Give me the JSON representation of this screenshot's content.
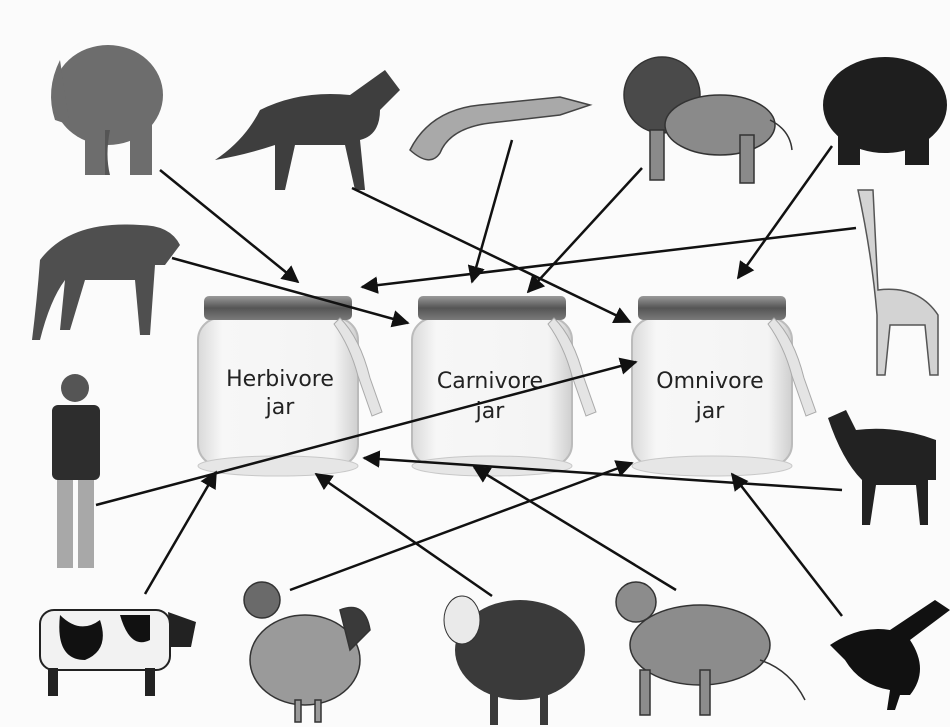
{
  "jars": [
    {
      "id": "herbivore",
      "line1": "Herbivore",
      "line2": "jar"
    },
    {
      "id": "carnivore",
      "line1": "Carnivore",
      "line2": "jar"
    },
    {
      "id": "omnivore",
      "line1": "Omnivore",
      "line2": "jar"
    }
  ],
  "animals": [
    {
      "id": "elephant",
      "icon": "elephant-icon",
      "jar": "herbivore"
    },
    {
      "id": "fox",
      "icon": "fox-icon",
      "jar": "omnivore"
    },
    {
      "id": "crocodile",
      "icon": "crocodile-icon",
      "jar": "carnivore"
    },
    {
      "id": "lion",
      "icon": "lion-icon",
      "jar": "carnivore"
    },
    {
      "id": "bear",
      "icon": "bear-icon",
      "jar": "omnivore"
    },
    {
      "id": "hyena",
      "icon": "hyena-icon",
      "jar": "carnivore"
    },
    {
      "id": "giraffe",
      "icon": "giraffe-icon",
      "jar": "herbivore"
    },
    {
      "id": "boy",
      "icon": "boy-icon",
      "jar": "omnivore"
    },
    {
      "id": "goat",
      "icon": "goat-icon",
      "jar": "herbivore"
    },
    {
      "id": "cow",
      "icon": "cow-icon",
      "jar": "herbivore"
    },
    {
      "id": "hen",
      "icon": "hen-icon",
      "jar": "omnivore"
    },
    {
      "id": "sheep",
      "icon": "sheep-icon",
      "jar": "herbivore"
    },
    {
      "id": "cheetah",
      "icon": "cheetah-icon",
      "jar": "carnivore"
    },
    {
      "id": "crow",
      "icon": "crow-icon",
      "jar": "omnivore"
    }
  ]
}
